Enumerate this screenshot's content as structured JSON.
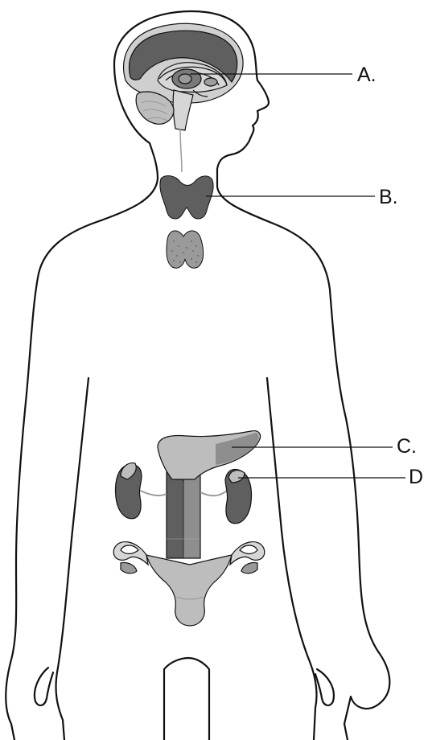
{
  "labels": {
    "a": "A.",
    "b": "B.",
    "c": "C.",
    "d": "D"
  },
  "colors": {
    "outline": "#111111",
    "dark_organ": "#5f5f5f",
    "mid_organ": "#8e8e8e",
    "light_organ": "#bdbdbd",
    "pale_organ": "#d6d6d6"
  }
}
